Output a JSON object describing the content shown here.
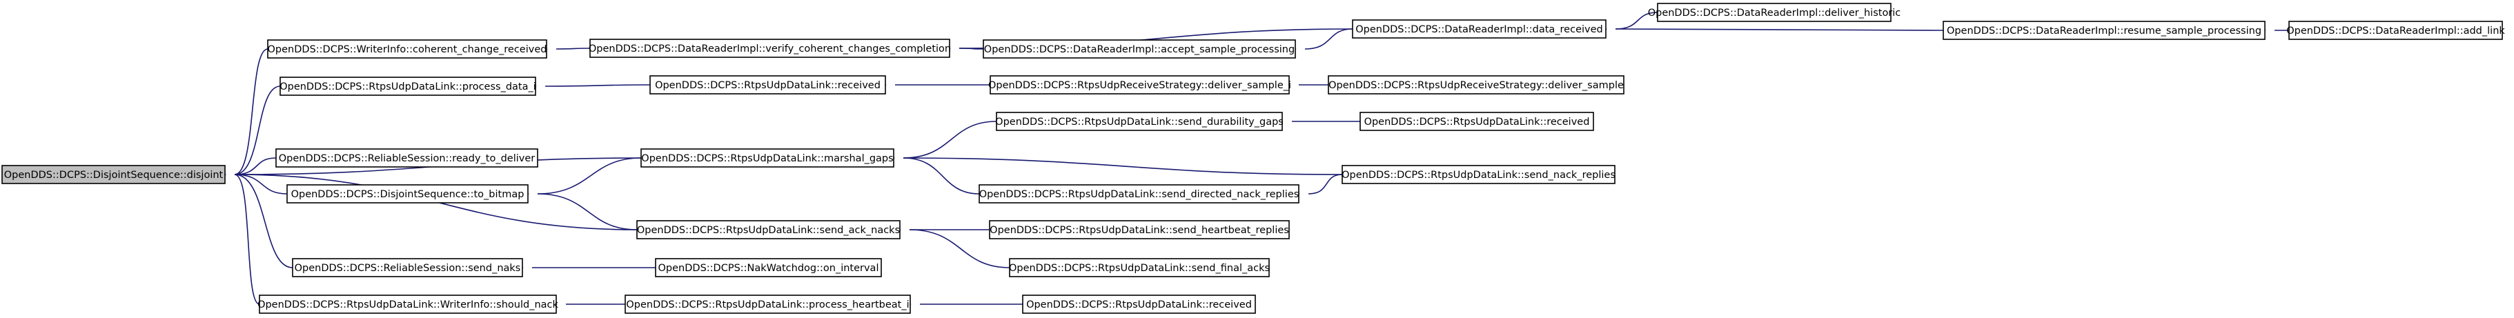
{
  "nodes": [
    {
      "id": "n0",
      "label": "OpenDDS::DCPS::DisjointSequence::disjoint",
      "root": true
    },
    {
      "id": "n1",
      "label": "OpenDDS::DCPS::WriterInfo::coherent_change_received"
    },
    {
      "id": "n2",
      "label": "OpenDDS::DCPS::DataReaderImpl::verify_coherent_changes_completion"
    },
    {
      "id": "n3",
      "label": "OpenDDS::DCPS::DataReaderImpl::accept_sample_processing"
    },
    {
      "id": "n4",
      "label": "OpenDDS::DCPS::DataReaderImpl::data_received"
    },
    {
      "id": "n5",
      "label": "OpenDDS::DCPS::DataReaderImpl::deliver_historic"
    },
    {
      "id": "n6",
      "label": "OpenDDS::DCPS::DataReaderImpl::resume_sample_processing"
    },
    {
      "id": "n7",
      "label": "OpenDDS::DCPS::DataReaderImpl::add_link"
    },
    {
      "id": "n8",
      "label": "OpenDDS::DCPS::RtpsUdpDataLink::process_data_i"
    },
    {
      "id": "n9",
      "label": "OpenDDS::DCPS::RtpsUdpDataLink::received"
    },
    {
      "id": "n10",
      "label": "OpenDDS::DCPS::RtpsUdpReceiveStrategy::deliver_sample_i"
    },
    {
      "id": "n11",
      "label": "OpenDDS::DCPS::RtpsUdpReceiveStrategy::deliver_sample"
    },
    {
      "id": "n12",
      "label": "OpenDDS::DCPS::RtpsUdpDataLink::send_durability_gaps"
    },
    {
      "id": "n13",
      "label": "OpenDDS::DCPS::RtpsUdpDataLink::received"
    },
    {
      "id": "n14",
      "label": "OpenDDS::DCPS::ReliableSession::ready_to_deliver"
    },
    {
      "id": "n15",
      "label": "OpenDDS::DCPS::RtpsUdpDataLink::marshal_gaps"
    },
    {
      "id": "n16",
      "label": "OpenDDS::DCPS::RtpsUdpDataLink::send_nack_replies"
    },
    {
      "id": "n17",
      "label": "OpenDDS::DCPS::DisjointSequence::to_bitmap"
    },
    {
      "id": "n18",
      "label": "OpenDDS::DCPS::RtpsUdpDataLink::send_directed_nack_replies"
    },
    {
      "id": "n19",
      "label": "OpenDDS::DCPS::RtpsUdpDataLink::send_ack_nacks"
    },
    {
      "id": "n20",
      "label": "OpenDDS::DCPS::RtpsUdpDataLink::send_heartbeat_replies"
    },
    {
      "id": "n21",
      "label": "OpenDDS::DCPS::ReliableSession::send_naks"
    },
    {
      "id": "n22",
      "label": "OpenDDS::DCPS::NakWatchdog::on_interval"
    },
    {
      "id": "n23",
      "label": "OpenDDS::DCPS::RtpsUdpDataLink::send_final_acks"
    },
    {
      "id": "n24",
      "label": "OpenDDS::DCPS::RtpsUdpDataLink::WriterInfo::should_nack"
    },
    {
      "id": "n25",
      "label": "OpenDDS::DCPS::RtpsUdpDataLink::process_heartbeat_i"
    },
    {
      "id": "n26",
      "label": "OpenDDS::DCPS::RtpsUdpDataLink::received"
    }
  ],
  "edges": [
    {
      "from": "n1",
      "to": "n0"
    },
    {
      "from": "n8",
      "to": "n0"
    },
    {
      "from": "n15",
      "to": "n0"
    },
    {
      "from": "n14",
      "to": "n0"
    },
    {
      "from": "n17",
      "to": "n0"
    },
    {
      "from": "n19",
      "to": "n0"
    },
    {
      "from": "n21",
      "to": "n0"
    },
    {
      "from": "n24",
      "to": "n0"
    },
    {
      "from": "n2",
      "to": "n1"
    },
    {
      "from": "n3",
      "to": "n2"
    },
    {
      "from": "n4",
      "to": "n2"
    },
    {
      "from": "n4",
      "to": "n3"
    },
    {
      "from": "n5",
      "to": "n4"
    },
    {
      "from": "n6",
      "to": "n4"
    },
    {
      "from": "n7",
      "to": "n6"
    },
    {
      "from": "n9",
      "to": "n8"
    },
    {
      "from": "n10",
      "to": "n9"
    },
    {
      "from": "n11",
      "to": "n10"
    },
    {
      "from": "n12",
      "to": "n15"
    },
    {
      "from": "n16",
      "to": "n15"
    },
    {
      "from": "n18",
      "to": "n15"
    },
    {
      "from": "n13",
      "to": "n12"
    },
    {
      "from": "n16",
      "to": "n18"
    },
    {
      "from": "n15",
      "to": "n17"
    },
    {
      "from": "n19",
      "to": "n17"
    },
    {
      "from": "n20",
      "to": "n19"
    },
    {
      "from": "n23",
      "to": "n19"
    },
    {
      "from": "n22",
      "to": "n21"
    },
    {
      "from": "n25",
      "to": "n24"
    },
    {
      "from": "n26",
      "to": "n25"
    }
  ]
}
